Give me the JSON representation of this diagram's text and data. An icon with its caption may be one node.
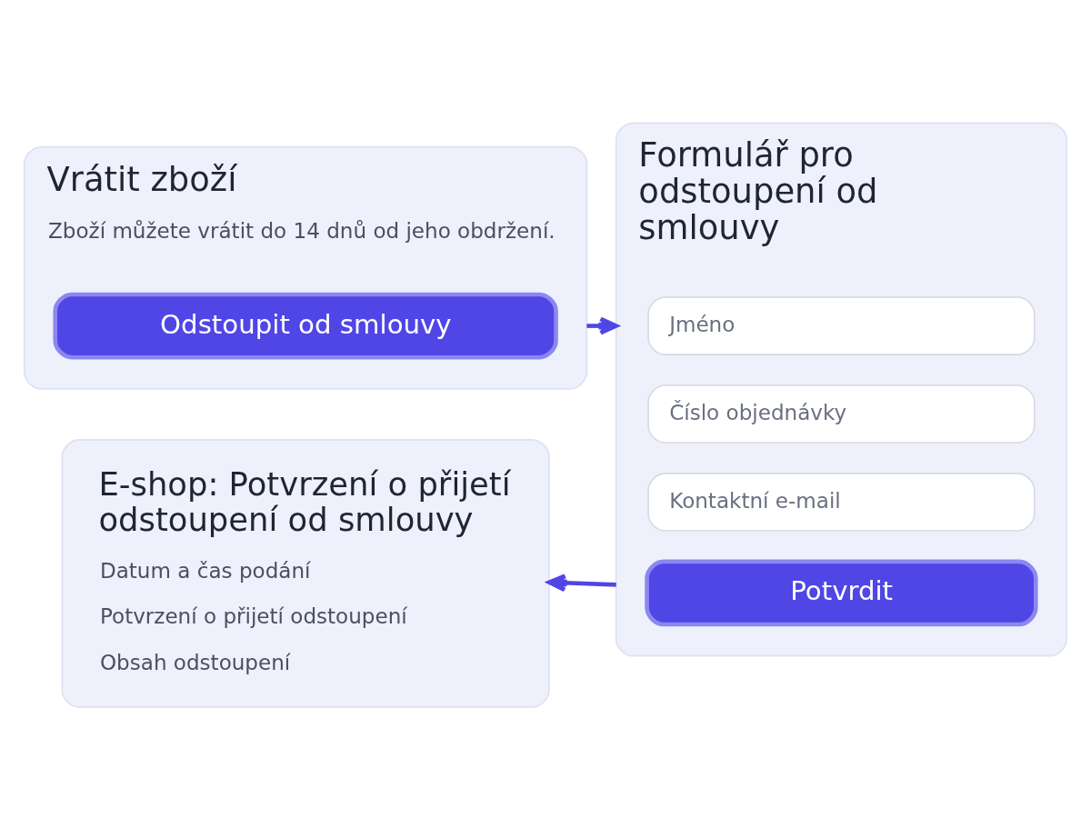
{
  "diagram": {
    "nodes": [
      {
        "text": [
          "Vrátit zboží",
          "Zboží můžete vrátit do 14 dnů od jeho obdržení."
        ]
      },
      {
        "text": [
          "Odstoupit od smlouvy"
        ],
        "in": 0
      },
      {
        "text": [
          "Formulář pro odstoupení od smlouvy"
        ]
      },
      {
        "text": [
          "Jméno"
        ],
        "in": 2
      },
      {
        "text": [
          "Číslo objednávky"
        ],
        "in": 2
      },
      {
        "text": [
          "Kontaktní e-mail"
        ],
        "in": 2
      },
      {
        "text": [
          "Potvrdit"
        ],
        "in": 2
      },
      {
        "text": [
          "E-shop: Potvrzení o přijetí odstoupení od smlouvy",
          "Datum a čas podání",
          "Potvrzení o přijetí odstoupení",
          "Obsah odstoupení"
        ]
      }
    ],
    "edges": [
      {
        "from": 0,
        "to": 2,
        "arrow": "to"
      },
      {
        "from": 2,
        "to": 7,
        "arrow": "to"
      }
    ]
  }
}
